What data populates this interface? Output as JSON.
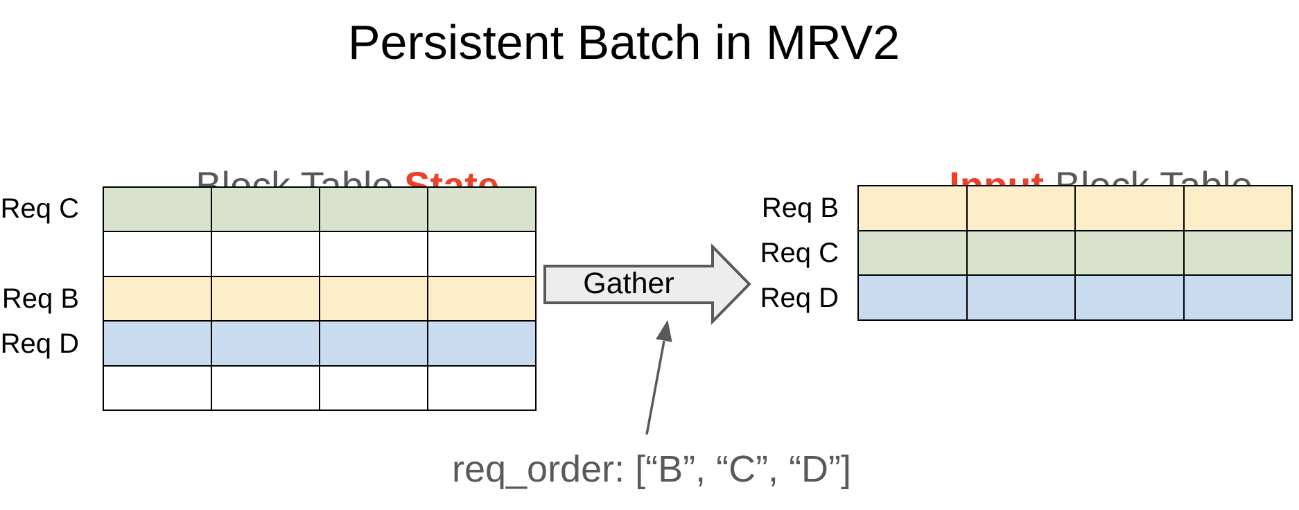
{
  "title": "Persistent Batch in MRV2",
  "colors": {
    "green": "#d7e3cc",
    "yellow": "#fbeec9",
    "blue": "#c9dbee",
    "white": "#ffffff",
    "heading_gray": "#595959",
    "accent_red": "#e8432a",
    "arrow_fill": "#ededed",
    "arrow_stroke": "#595959"
  },
  "left_table": {
    "heading_prefix": "Block Table ",
    "heading_highlight": "State",
    "columns": 4,
    "rows": [
      {
        "label": "Req C",
        "color": "green"
      },
      {
        "label": "",
        "color": "white"
      },
      {
        "label": "Req B",
        "color": "yellow"
      },
      {
        "label": "Req D",
        "color": "blue"
      },
      {
        "label": "",
        "color": "white"
      }
    ]
  },
  "right_table": {
    "heading_highlight": "Input",
    "heading_suffix": " Block Table",
    "columns": 4,
    "rows": [
      {
        "label": "Req B",
        "color": "yellow"
      },
      {
        "label": "Req C",
        "color": "green"
      },
      {
        "label": "Req D",
        "color": "blue"
      }
    ]
  },
  "gather_arrow": {
    "label": "Gather"
  },
  "annotation": {
    "text": "req_order: [“B”, “C”, “D”]"
  }
}
